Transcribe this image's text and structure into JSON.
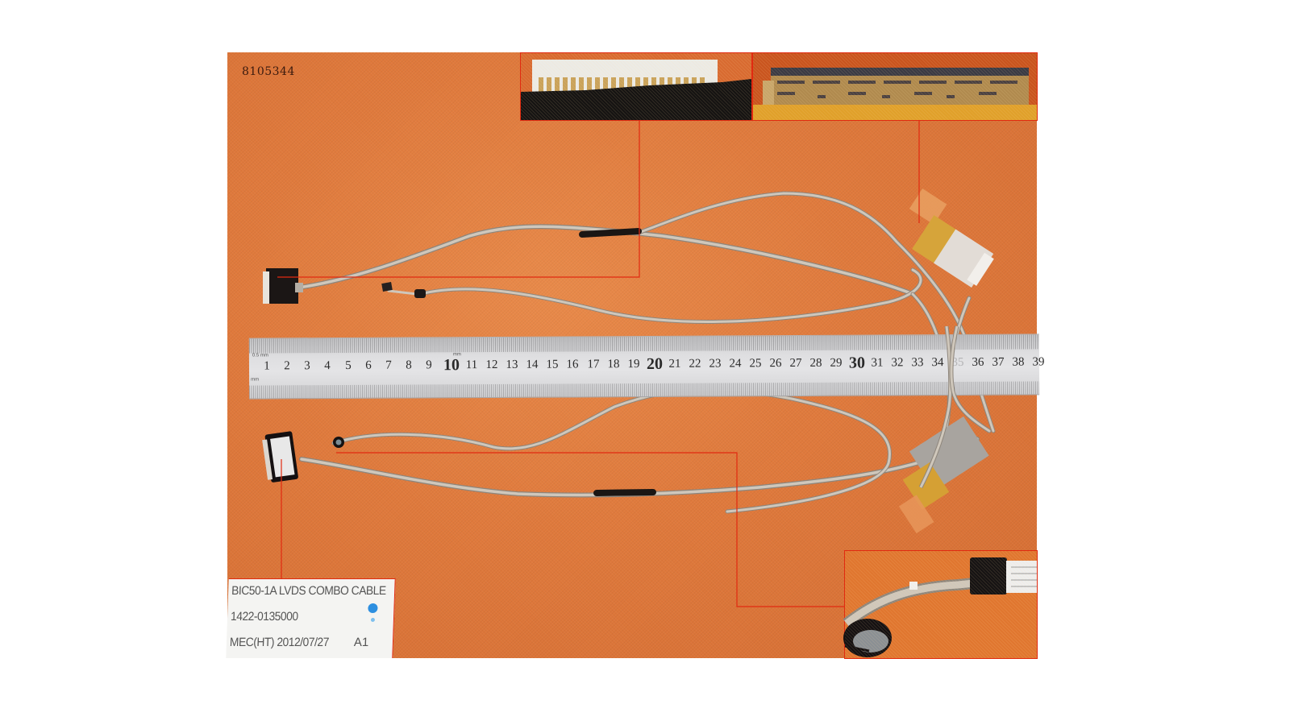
{
  "photo": {
    "sku": "8105344",
    "background_color": "#e07a3c",
    "callout_color": "#e12a10"
  },
  "ruler": {
    "unit_top": "0.5 mm",
    "unit_mid": "mm",
    "unit_bottom": "mm",
    "numbers": [
      "1",
      "2",
      "3",
      "4",
      "5",
      "6",
      "7",
      "8",
      "9",
      "10",
      "11",
      "12",
      "13",
      "14",
      "15",
      "16",
      "17",
      "18",
      "19",
      "20",
      "21",
      "22",
      "23",
      "24",
      "25",
      "26",
      "27",
      "28",
      "29",
      "30",
      "31",
      "32",
      "33",
      "34",
      "35",
      "36",
      "37",
      "38",
      "39"
    ]
  },
  "label": {
    "line1": "BIC50-1A LVDS COMBO CABLE",
    "line2": "1422-0135000",
    "line3": "MEC(HT)  2012/07/27",
    "revision": "A1"
  },
  "insets": [
    {
      "name": "lvds-connector-pins-closeup"
    },
    {
      "name": "panel-connector-closeup"
    },
    {
      "name": "webcam-connector-microphone-closeup"
    }
  ]
}
